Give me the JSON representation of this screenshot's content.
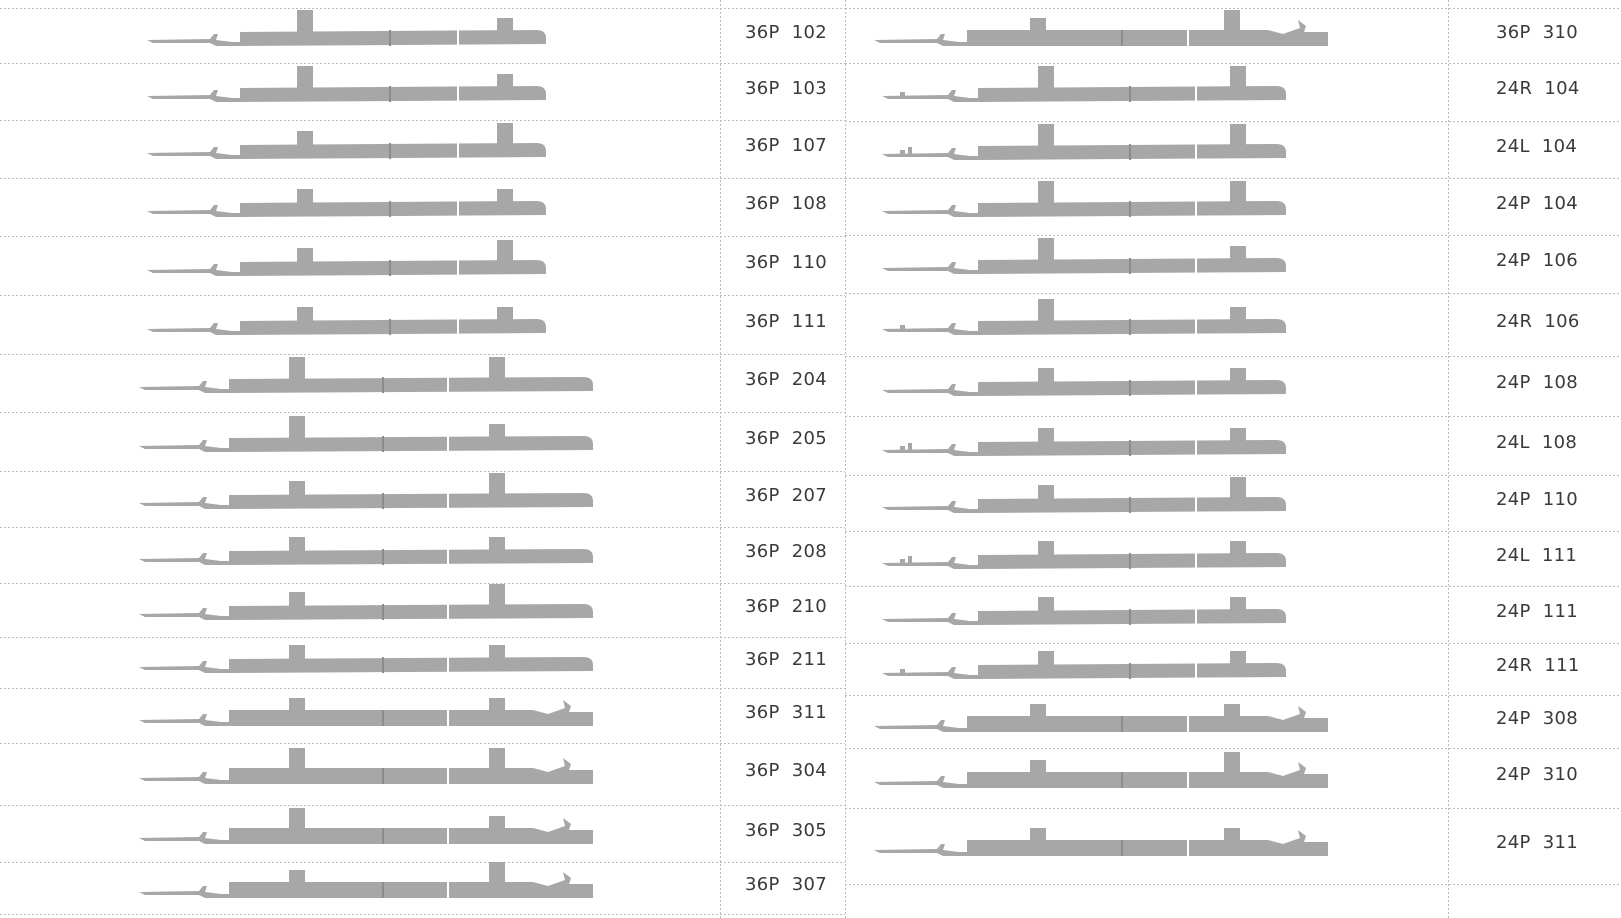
{
  "colors": {
    "part_fill": "#a7a7a7",
    "part_line": "#8c8c8c",
    "split_line": "#ffffff",
    "grid_line": "#bdbdbd",
    "label_text": "#3a3a3a"
  },
  "left_column": {
    "rows": [
      {
        "code": "36P  102",
        "style": "A",
        "hook": "plain",
        "posts": [
          "tall",
          "short"
        ],
        "tail": "plain"
      },
      {
        "code": "36P  103",
        "style": "A",
        "hook": "plain",
        "posts": [
          "tall",
          "short"
        ],
        "tail": "plain"
      },
      {
        "code": "36P  107",
        "style": "A",
        "hook": "plain",
        "posts": [
          "short",
          "tall"
        ],
        "tail": "plain"
      },
      {
        "code": "36P  108",
        "style": "A",
        "hook": "plain",
        "posts": [
          "short",
          "short"
        ],
        "tail": "plain"
      },
      {
        "code": "36P  110",
        "style": "A",
        "hook": "plain",
        "posts": [
          "short",
          "tall"
        ],
        "tail": "plain"
      },
      {
        "code": "36P  111",
        "style": "A",
        "hook": "plain",
        "posts": [
          "short",
          "short"
        ],
        "tail": "plain"
      },
      {
        "code": "36P  204",
        "style": "B",
        "hook": "plain",
        "posts": [
          "tall",
          "tall"
        ],
        "tail": "plain"
      },
      {
        "code": "36P  205",
        "style": "B",
        "hook": "plain",
        "posts": [
          "tall",
          "short"
        ],
        "tail": "plain"
      },
      {
        "code": "36P  207",
        "style": "B",
        "hook": "plain",
        "posts": [
          "short",
          "tall"
        ],
        "tail": "plain"
      },
      {
        "code": "36P  208",
        "style": "B",
        "hook": "plain",
        "posts": [
          "short",
          "short"
        ],
        "tail": "plain"
      },
      {
        "code": "36P  210",
        "style": "B",
        "hook": "plain",
        "posts": [
          "short",
          "tall"
        ],
        "tail": "plain"
      },
      {
        "code": "36P  211",
        "style": "B",
        "hook": "plain",
        "posts": [
          "short",
          "short"
        ],
        "tail": "plain"
      },
      {
        "code": "36P  311",
        "style": "B",
        "hook": "plain",
        "posts": [
          "short",
          "short"
        ],
        "tail": "fin"
      },
      {
        "code": "36P  304",
        "style": "B",
        "hook": "plain",
        "posts": [
          "tall",
          "tall"
        ],
        "tail": "fin"
      },
      {
        "code": "36P  305",
        "style": "B",
        "hook": "plain",
        "posts": [
          "tall",
          "short"
        ],
        "tail": "fin"
      },
      {
        "code": "36P  307",
        "style": "B",
        "hook": "plain",
        "posts": [
          "short",
          "tall"
        ],
        "tail": "fin"
      }
    ]
  },
  "right_column": {
    "rows": [
      {
        "code": "36P  310",
        "style": "W",
        "hook": "plain",
        "posts": [
          "short",
          "tall"
        ],
        "tail": "fin"
      },
      {
        "code": "24R  104",
        "style": "C",
        "hook": "loop",
        "posts": [
          "tall",
          "tall"
        ],
        "tail": "plain"
      },
      {
        "code": "24L  104",
        "style": "C",
        "hook": "curl",
        "posts": [
          "tall",
          "tall"
        ],
        "tail": "plain"
      },
      {
        "code": "24P  104",
        "style": "C",
        "hook": "plain",
        "posts": [
          "tall",
          "tall"
        ],
        "tail": "plain"
      },
      {
        "code": "24P  106",
        "style": "C",
        "hook": "plain",
        "posts": [
          "tall",
          "short"
        ],
        "tail": "plain"
      },
      {
        "code": "24R  106",
        "style": "C",
        "hook": "loop",
        "posts": [
          "tall",
          "short"
        ],
        "tail": "plain"
      },
      {
        "code": "24P  108",
        "style": "C",
        "hook": "plain",
        "posts": [
          "short",
          "short"
        ],
        "tail": "plain"
      },
      {
        "code": "24L  108",
        "style": "C",
        "hook": "curl",
        "posts": [
          "short",
          "short"
        ],
        "tail": "plain"
      },
      {
        "code": "24P  110",
        "style": "C",
        "hook": "plain",
        "posts": [
          "short",
          "tall"
        ],
        "tail": "plain"
      },
      {
        "code": "24L  111",
        "style": "C",
        "hook": "curl",
        "posts": [
          "short",
          "short"
        ],
        "tail": "plain"
      },
      {
        "code": "24P  111",
        "style": "C",
        "hook": "plain",
        "posts": [
          "short",
          "short"
        ],
        "tail": "plain"
      },
      {
        "code": "24R  111",
        "style": "C",
        "hook": "loop",
        "posts": [
          "short",
          "short"
        ],
        "tail": "plain"
      },
      {
        "code": "24P  308",
        "style": "W",
        "hook": "plain",
        "posts": [
          "short",
          "short"
        ],
        "tail": "fin"
      },
      {
        "code": "24P  310",
        "style": "W",
        "hook": "plain",
        "posts": [
          "short",
          "tall"
        ],
        "tail": "fin"
      },
      {
        "code": "24P  311",
        "style": "W",
        "hook": "plain",
        "posts": [
          "short",
          "short"
        ],
        "tail": "fin"
      }
    ]
  }
}
